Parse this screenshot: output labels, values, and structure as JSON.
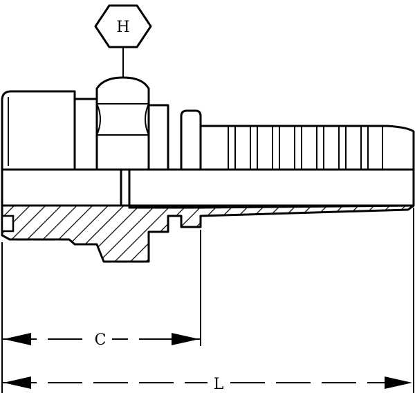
{
  "diagram": {
    "hex_label": "H",
    "dimensions": [
      {
        "name": "C",
        "label": "C"
      },
      {
        "name": "L",
        "label": "L"
      }
    ],
    "colors": {
      "line": "#000000",
      "background": "#ffffff"
    }
  }
}
